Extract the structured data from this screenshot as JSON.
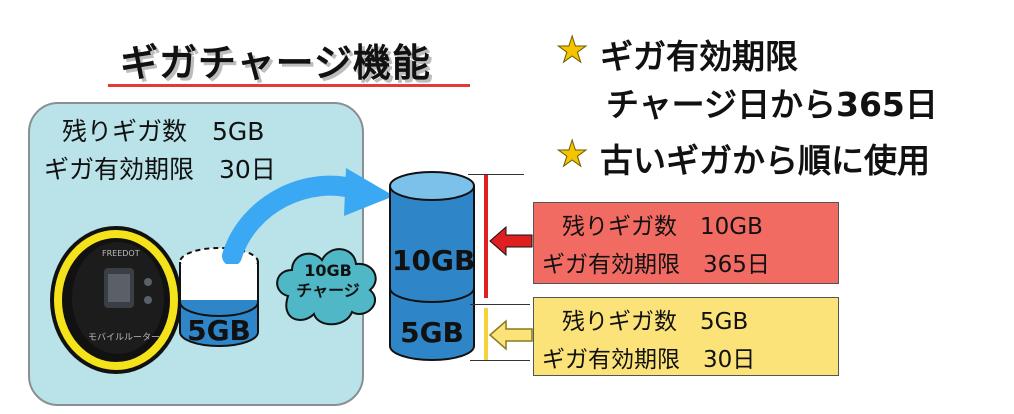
{
  "title": "ギガチャージ機能",
  "panel": {
    "line1": "残りギガ数　5GB",
    "line2": "ギガ有効期限　30日",
    "device_brand": "FREEDOT",
    "device_caption": "モバイルルーター",
    "cylinder_label": "5GB"
  },
  "cloud": {
    "line1": "10GB",
    "line2": "チャージ"
  },
  "stack": {
    "top_label": "10GB",
    "bottom_label": "5GB"
  },
  "notes": [
    {
      "line1": "ギガ有効期限",
      "line2": "チャージ日から365日"
    },
    {
      "line1": "古いギガから順に使用"
    }
  ],
  "red_box": {
    "line1": "残りギガ数　10GB",
    "line2": "ギガ有効期限　365日"
  },
  "yellow_box": {
    "line1": "残りギガ数　5GB",
    "line2": "ギガ有効期限　30日"
  },
  "colors": {
    "panel_bg": "#b9e3e8",
    "cylinder": "#2e86c8",
    "cylinder_top": "#7cc1ea",
    "cloud": "#4fb7c6",
    "arrow_blue": "#3aa8f2",
    "red": "#e02020",
    "red_box": "#f26b63",
    "yellow_box": "#fbe37a",
    "star": "#f5c400"
  },
  "icons": [
    "star-icon",
    "red-arrow-icon",
    "yellow-arrow-icon",
    "curved-arrow-icon"
  ]
}
